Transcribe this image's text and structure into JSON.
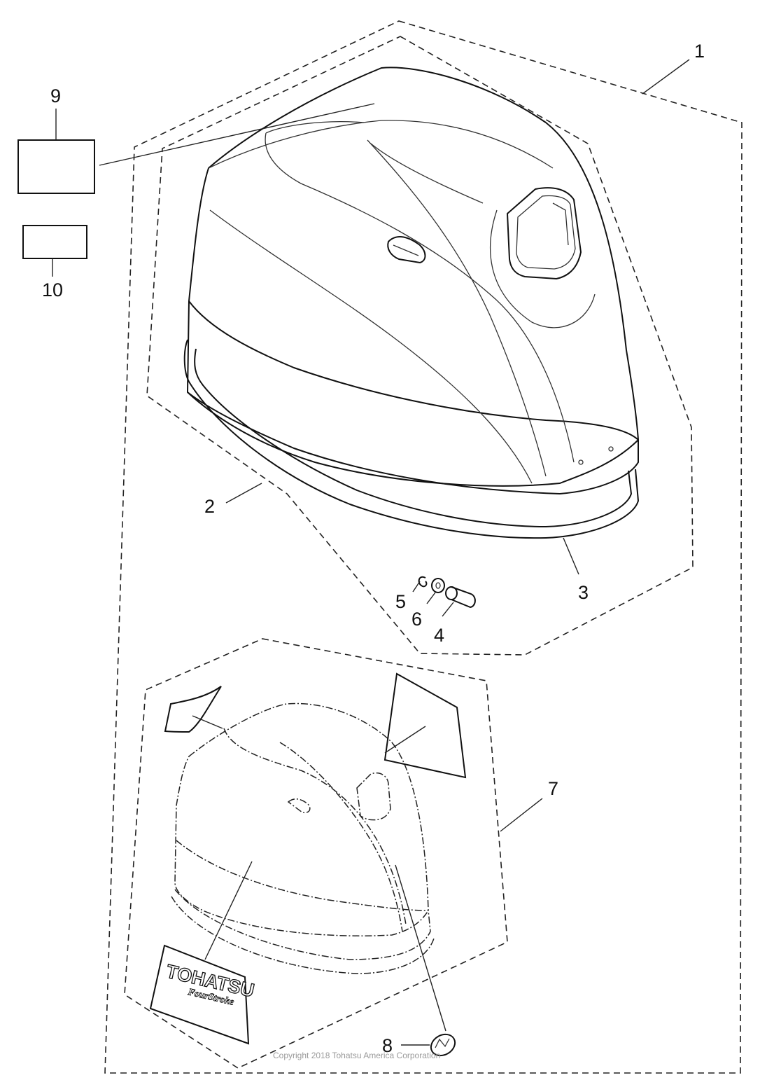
{
  "callouts": {
    "c1": "1",
    "c2": "2",
    "c3": "3",
    "c4": "4",
    "c5": "5",
    "c6": "6",
    "c7": "7",
    "c8": "8",
    "c9": "9",
    "c10": "10"
  },
  "decal": {
    "brand": "TOHATSU",
    "sub": "FourStroke"
  },
  "copyright": "Copyright 2018 Tohatsu America Corporation"
}
